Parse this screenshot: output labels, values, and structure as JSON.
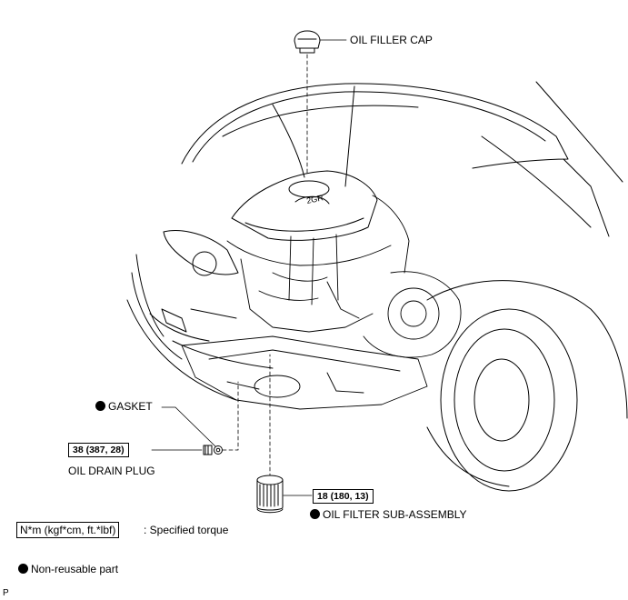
{
  "labels": {
    "oil_filler_cap": "OIL FILLER CAP",
    "gasket": "GASKET",
    "oil_drain_plug": "OIL DRAIN PLUG",
    "oil_filter": "OIL FILTER SUB-ASSEMBLY"
  },
  "torques": {
    "drain_plug": "38 (387, 28)",
    "oil_filter": "18 (180, 13)"
  },
  "legend": {
    "torque_unit": "N*m (kgf*cm, ft.*lbf)",
    "torque_text": ": Specified torque",
    "non_reusable": "Non-reusable part"
  },
  "corner_code": "P",
  "markers": {
    "non_reusable_icon": "filled-circle"
  }
}
